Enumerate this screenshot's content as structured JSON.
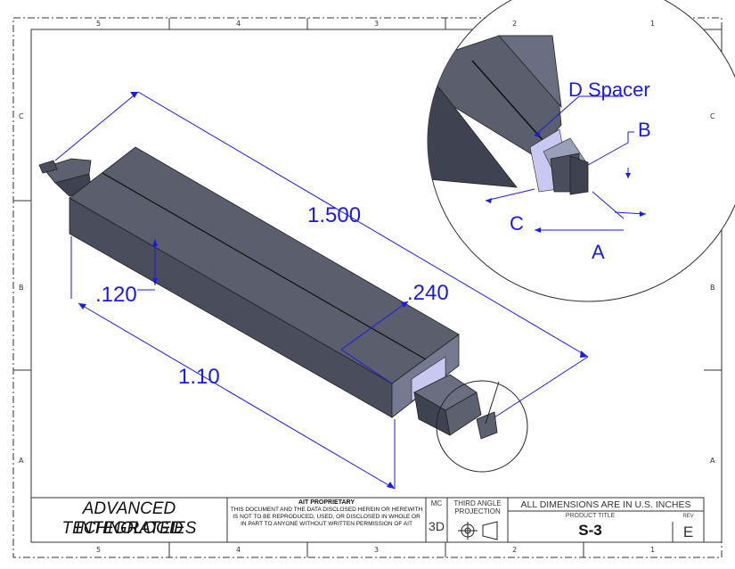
{
  "colors": {
    "dimension": "#1a1ae6",
    "part_dark": "#4a4d5c",
    "part_mid": "#707589",
    "part_light": "#9aa0b8",
    "spacer": "#c8c8f0",
    "border": "#333333"
  },
  "grid": {
    "columns": [
      "5",
      "4",
      "3",
      "2",
      "1"
    ],
    "rows": [
      "C",
      "B",
      "A"
    ]
  },
  "dimensions": {
    "overall_length": "1.500",
    "height": ".120",
    "width": ".240",
    "body_length": "1.10"
  },
  "detail": {
    "spacer_label": "D Spacer",
    "labels": [
      "B",
      "C",
      "A"
    ]
  },
  "title_block": {
    "company_line1": "ADVANCED INTEGRATED",
    "company_line2": "TECHNOLOGIES",
    "proprietary_heading": "AIT PROPRIETARY",
    "proprietary_text": "THIS DOCUMENT AND THE DATA DISCLOSED HEREIN OR HEREWITH IS NOT TO BE REPRODUCED, USED, OR DISCLOSED IN WHOLE OR IN PART TO ANYONE WITHOUT WRITTEN PERMISSION OF AIT",
    "mc_label": "MC",
    "mc_value": "3D",
    "projection_line1": "THIRD ANGLE",
    "projection_line2": "PROJECTION",
    "units_note": "ALL DIMENSIONS ARE IN U.S. INCHES",
    "product_title_label": "PRODUCT TITLE",
    "product_title": "S-3",
    "rev_label": "REV",
    "rev_value": "E"
  }
}
